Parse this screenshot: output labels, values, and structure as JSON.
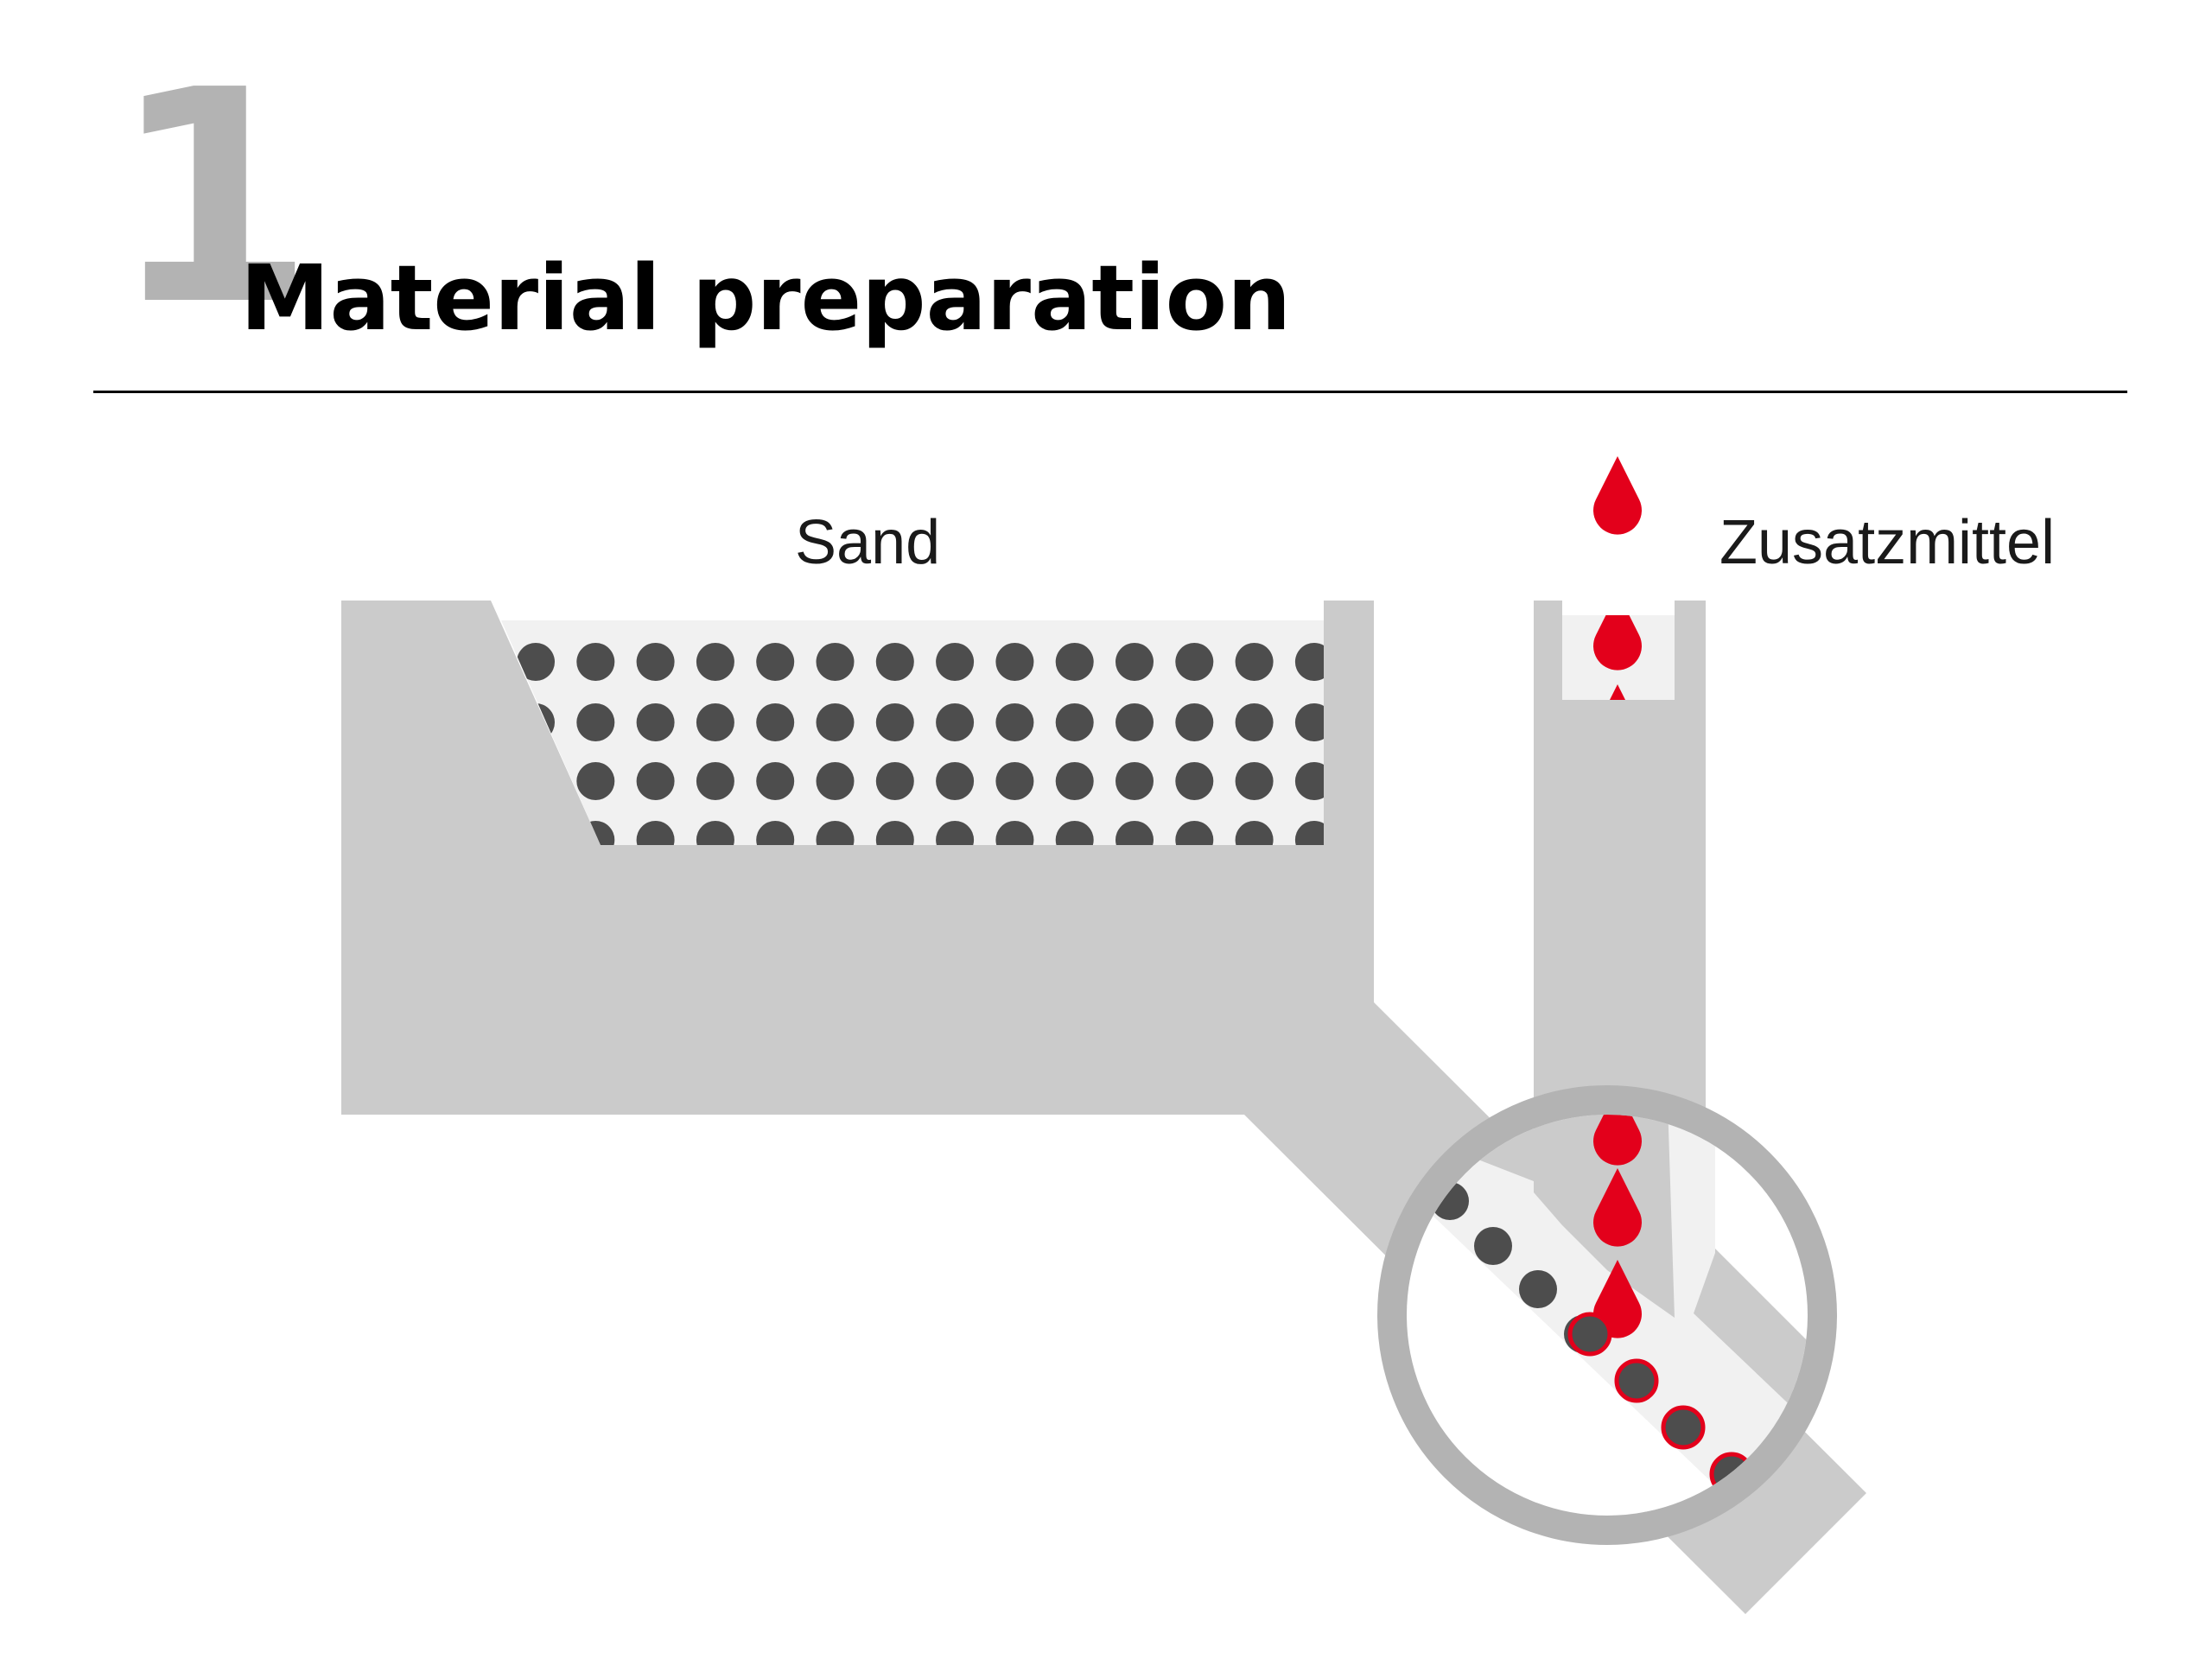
{
  "header": {
    "step_number": "1",
    "title": "Material preparation"
  },
  "diagram": {
    "labels": {
      "sand": "Sand",
      "additive": "Zusatzmittel"
    },
    "colors": {
      "machine": "#cbcbcb",
      "fill_area": "#f1f1f1",
      "sand_particle": "#4d4d4d",
      "additive_drop": "#e3001b",
      "magnifier_ring": "#b3b3b3",
      "step_number": "#b3b3b3"
    },
    "icons": [
      "sand-particle",
      "additive-drop-icon",
      "magnifier-ring"
    ]
  }
}
